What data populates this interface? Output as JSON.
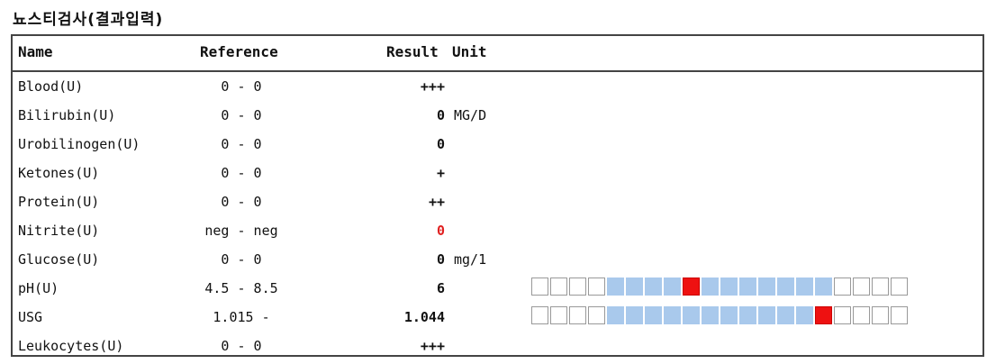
{
  "page_title": "뇨스티검사(결과입력)",
  "headers": {
    "name": "Name",
    "reference": "Reference",
    "result": "Result",
    "unit": "Unit"
  },
  "rows": [
    {
      "name": "Blood(U)",
      "reference": "0 - 0",
      "result": "+++",
      "unit": ""
    },
    {
      "name": "Bilirubin(U)",
      "reference": "0 - 0",
      "result": "0",
      "unit": "MG/D"
    },
    {
      "name": "Urobilinogen(U)",
      "reference": "0 - 0",
      "result": "0",
      "unit": ""
    },
    {
      "name": "Ketones(U)",
      "reference": "0 - 0",
      "result": "+",
      "unit": ""
    },
    {
      "name": "Protein(U)",
      "reference": "0 - 0",
      "result": "++",
      "unit": ""
    },
    {
      "name": "Nitrite(U)",
      "reference": "neg - neg",
      "result": "0",
      "unit": "",
      "result_color": "#e02020"
    },
    {
      "name": "Glucose(U)",
      "reference": "0 - 0",
      "result": "0",
      "unit": "mg/1"
    },
    {
      "name": "pH(U)",
      "reference": "4.5 - 8.5",
      "result": "6",
      "unit": "",
      "scale": {
        "cells": 20,
        "range_start": 4,
        "range_end": 15,
        "marker": 8
      }
    },
    {
      "name": "USG",
      "reference": "1.015 -",
      "result": "1.044",
      "unit": "",
      "scale": {
        "cells": 20,
        "range_start": 4,
        "range_end": 15,
        "marker": 15
      }
    },
    {
      "name": "Leukocytes(U)",
      "reference": "0 - 0",
      "result": "+++",
      "unit": ""
    }
  ],
  "colors": {
    "range_fill": "#a9c9ec",
    "marker_fill": "#ee1111",
    "abnormal_text": "#e02020"
  }
}
